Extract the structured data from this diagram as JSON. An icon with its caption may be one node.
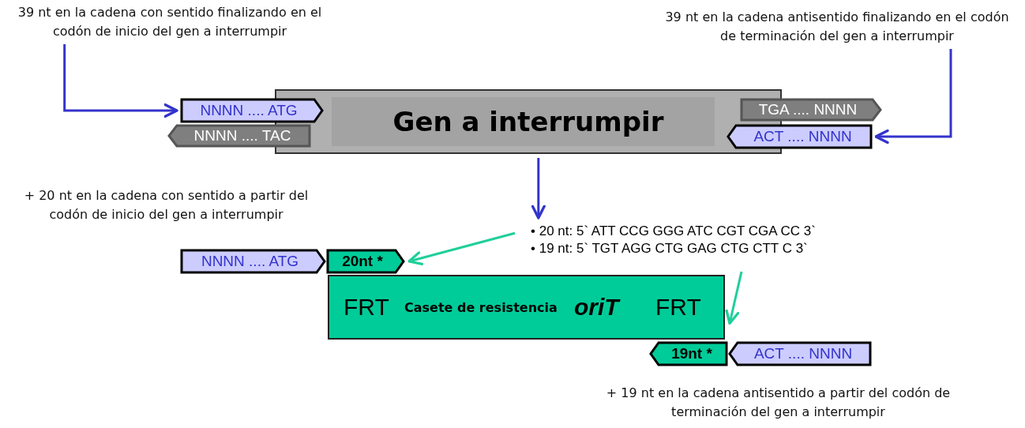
{
  "diagram": {
    "nodes": [
      {
        "text": [
          "39 nt en la cadena con sentido finalizando en el codón de inicio del gen a interrumpir"
        ]
      },
      {
        "text": [
          "39 nt en la cadena antisentido finalizando en el codón de terminación del gen a interrumpir"
        ]
      },
      {
        "text": [
          "Gen a interrumpir"
        ]
      },
      {
        "text": [
          "NNNN .... ATG"
        ]
      },
      {
        "text": [
          "NNNN .... TAC"
        ]
      },
      {
        "text": [
          "TGA .... NNNN"
        ]
      },
      {
        "text": [
          "ACT .... NNNN"
        ]
      },
      {
        "text": [
          "• 20 nt: 5` ATT CCG GGG ATC CGT CGA CC 3`",
          "• 19 nt: 5` TGT AGG CTG GAG CTG CTT C 3`"
        ]
      },
      {
        "text": [
          "NNNN .... ATG"
        ]
      },
      {
        "text": [
          "20nt *"
        ]
      },
      {
        "text": [
          "FRT",
          "Casete de resistencia",
          "oriT",
          "FRT"
        ]
      },
      {
        "text": [
          "19nt *"
        ]
      },
      {
        "text": [
          "ACT .... NNNN"
        ]
      }
    ],
    "edges": [
      {
        "from": 0,
        "to": 3,
        "arrow": "to"
      },
      {
        "from": 1,
        "to": 6,
        "arrow": "to"
      },
      {
        "from": 2,
        "to": 7,
        "arrow": "to"
      },
      {
        "from": 7,
        "to": 9,
        "arrow": "to",
        "color": "#1fcf9a"
      },
      {
        "from": 7,
        "to": 10,
        "arrow": "to",
        "color": "#1fcf9a"
      }
    ],
    "labels": [
      "+ 20 nt en la cadena con sentido a partir del codón de inicio del gen a interrumpir",
      "+ 19 nt en la cadena antisentido a partir del codón de terminación del gen a interrumpir"
    ]
  }
}
